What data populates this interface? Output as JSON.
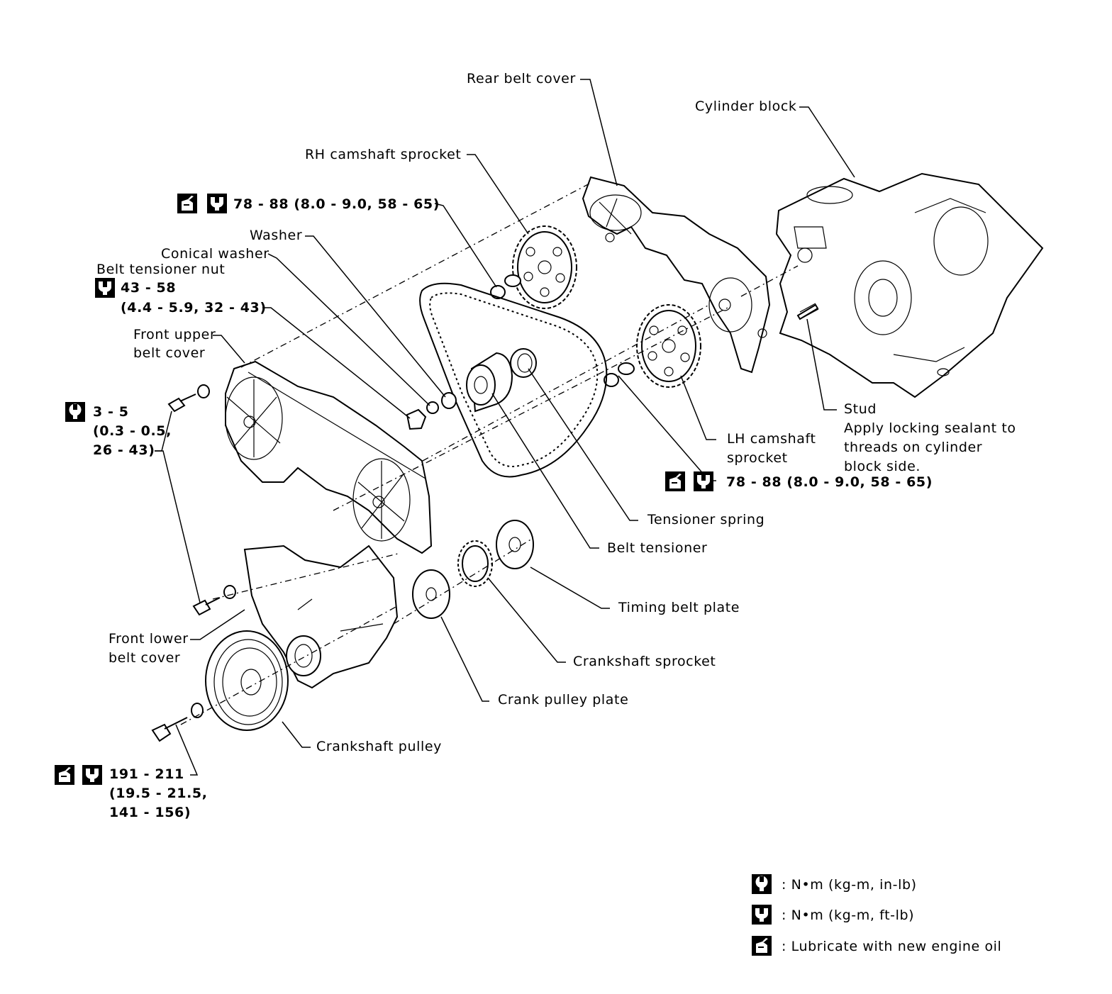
{
  "labels": {
    "rear_belt_cover": "Rear belt cover",
    "cylinder_block": "Cylinder block",
    "rh_camshaft_sprocket": "RH camshaft sprocket",
    "washer": "Washer",
    "conical_washer": "Conical washer",
    "belt_tensioner_nut": "Belt tensioner nut",
    "front_upper_1": "Front upper",
    "front_upper_2": "belt cover",
    "stud": "Stud",
    "stud_note_1": "Apply locking sealant to",
    "stud_note_2": "threads on cylinder",
    "stud_note_3": "block side.",
    "lh_cam_1": "LH camshaft",
    "lh_cam_2": "sprocket",
    "tensioner_spring": "Tensioner spring",
    "belt_tensioner": "Belt tensioner",
    "timing_belt_plate": "Timing belt plate",
    "crankshaft_sprocket": "Crankshaft sprocket",
    "crank_pulley_plate": "Crank pulley plate",
    "front_lower_1": "Front lower",
    "front_lower_2": "belt cover",
    "crankshaft_pulley": "Crankshaft pulley"
  },
  "torques": {
    "rh_cam": "78 - 88 (8.0 - 9.0, 58 - 65)",
    "tensioner_nut_1": "43 - 58",
    "tensioner_nut_2": "(4.4 - 5.9, 32 - 43)",
    "cover_bolt_1": "3 - 5",
    "cover_bolt_2": "(0.3 - 0.5,",
    "cover_bolt_3": "26 - 43)",
    "lh_cam": "78 - 88 (8.0 - 9.0, 58 - 65)",
    "crank_1": "191 - 211",
    "crank_2": "(19.5 - 21.5,",
    "crank_3": "141 - 156)"
  },
  "legend": [
    {
      "icon": "torque-wrench-in-lb-icon",
      "text": ": N•m (kg-m, in-lb)"
    },
    {
      "icon": "torque-wrench-ft-lb-icon",
      "text": ": N•m (kg-m, ft-lb)"
    },
    {
      "icon": "oil-can-icon",
      "text": ": Lubricate with new engine oil"
    }
  ]
}
